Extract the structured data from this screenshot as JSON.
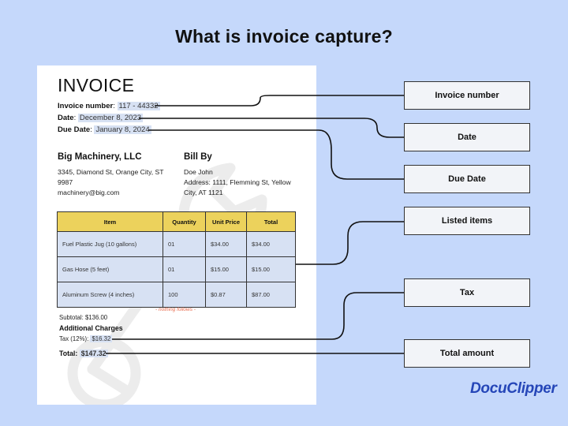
{
  "title": "What is invoice capture?",
  "invoice": {
    "heading": "INVOICE",
    "number_label": "Invoice number",
    "number_value": "117 - 44332",
    "date_label": "Date",
    "date_value": "December 8, 2023",
    "due_label": "Due Date",
    "due_value": "January 8, 2024",
    "from": {
      "name": "Big Machinery, LLC",
      "address": "3345, Diamond St, Orange City, ST 9987",
      "email": "machinery@big.com"
    },
    "to": {
      "heading": "Bill By",
      "name": "Doe John",
      "address": "Address: 1111, Flemming St, Yellow City, AT 1121"
    },
    "table": {
      "headers": [
        "Item",
        "Quantity",
        "Unit Price",
        "Total"
      ],
      "rows": [
        [
          "Fuel Plastic Jug (10 gallons)",
          "01",
          "$34.00",
          "$34.00"
        ],
        [
          "Gas Hose (5 feet)",
          "01",
          "$15.00",
          "$15.00"
        ],
        [
          "Aluminum Screw (4 inches)",
          "100",
          "$0.87",
          "$87.00"
        ]
      ]
    },
    "nothing_follows": "- nothing follows -",
    "subtotal": "Subtotal: $136.00",
    "additional_charges": "Additional Charges",
    "tax_label": "Tax (12%):",
    "tax_value": "$16.32",
    "total_label": "Total:",
    "total_value": "$147.32"
  },
  "callouts": [
    "Invoice number",
    "Date",
    "Due Date",
    "Listed items",
    "Tax",
    "Total amount"
  ],
  "logo": "DocuClipper",
  "colors": {
    "background": "#c5d8fb",
    "highlight": "#d7e1f3",
    "table_header": "#ecd25c",
    "logo": "#2546b8",
    "nothing_follows": "#e8684a"
  }
}
